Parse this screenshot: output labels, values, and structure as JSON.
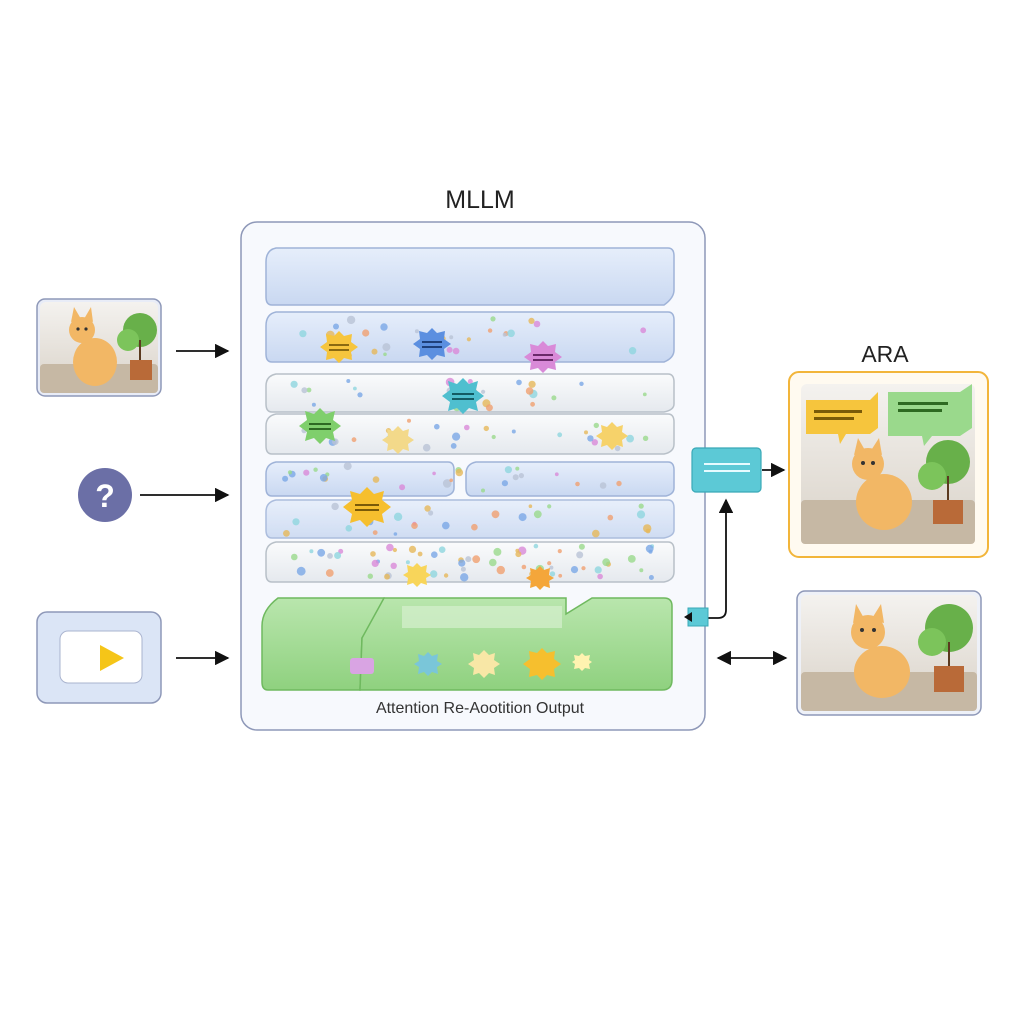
{
  "diagram": {
    "mllm_title": "MLLM",
    "ara_title": "ARA",
    "output_label": "Attention Re-Aootition Output",
    "question_symbol": "?"
  },
  "colors": {
    "layer_blue": "#dce7f7",
    "layer_glass": "#f2f4f6",
    "output_green": "#9ad98c",
    "connector_teal": "#5cc9d6",
    "ara_border": "#f2b53a",
    "question_circle": "#6b6fa6",
    "play_yellow": "#f5c518"
  },
  "icons": [
    "cat-image-icon",
    "question-icon",
    "video-play-icon",
    "speech-bubble-icon"
  ]
}
